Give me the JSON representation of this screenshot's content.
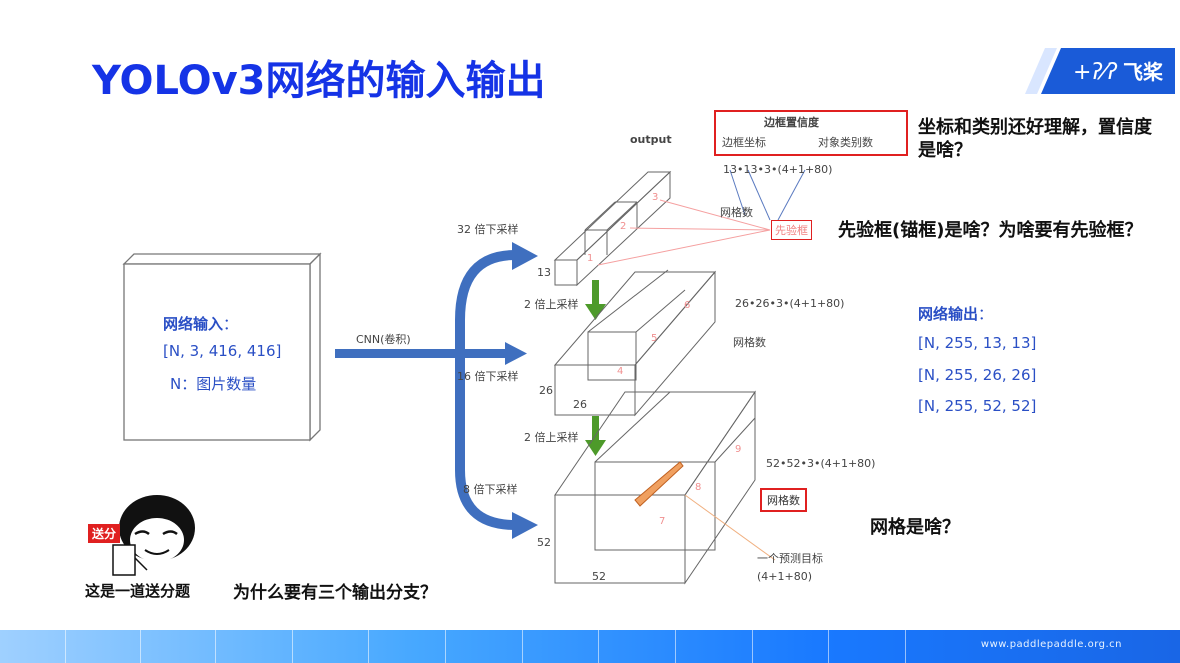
{
  "slide": {
    "title": "YOLOv3网络的输入输出",
    "logo_text": "飞桨",
    "footer_url": "www.paddlepaddle.org.cn"
  },
  "input_box": {
    "label": "网络输入",
    "colon": "：",
    "shape": "[N, 3, 416, 416]",
    "n_desc": "N：图片数量"
  },
  "output_box": {
    "label": "网络输出",
    "colon": "：",
    "shapes": [
      "[N, 255, 13, 13]",
      "[N, 255, 26, 26]",
      "[N, 255, 52, 52]"
    ]
  },
  "diagram": {
    "cnn_label": "CNN(卷积)",
    "output_label": "output",
    "down32": "32 倍下采样",
    "down16": "16 倍下采样",
    "down8": "8 倍下采样",
    "up2a": "2 倍上采样",
    "up2b": "2 倍上采样",
    "dim13": "13",
    "dim26a": "26",
    "dim26b": "26",
    "dim52a": "52",
    "dim52b": "52",
    "formula13": "13•13•3•(4+1+80)",
    "formula26": "26•26•3•(4+1+80)",
    "formula52": "52•52•3•(4+1+80)",
    "grid_count_a": "网格数",
    "grid_count_b": "网格数",
    "grid_count_c": "网格数",
    "box_conf": "边框置信度",
    "box_coord": "边框坐标",
    "obj_class": "对象类别数",
    "anchor": "先验框",
    "target": "一个预测目标",
    "target_formula": "(4+1+80)",
    "layer_nums": [
      "1",
      "2",
      "3",
      "4",
      "5",
      "6",
      "7",
      "8",
      "9"
    ]
  },
  "questions": {
    "q1": "坐标和类别还好理解，置信度是啥？",
    "q2": "先验框(锚框)是啥？为啥要有先验框？",
    "q3": "网格是啥？",
    "q4": "为什么要有三个输出分支？",
    "meme_caption": "这是一道送分题",
    "meme_tag": "送分"
  },
  "colors": {
    "title": "#1533e6",
    "accent_blue": "#2a4fc5",
    "red": "#e02020",
    "arrow_blue": "#3f6fbf",
    "arrow_green": "#4d9a2a"
  }
}
